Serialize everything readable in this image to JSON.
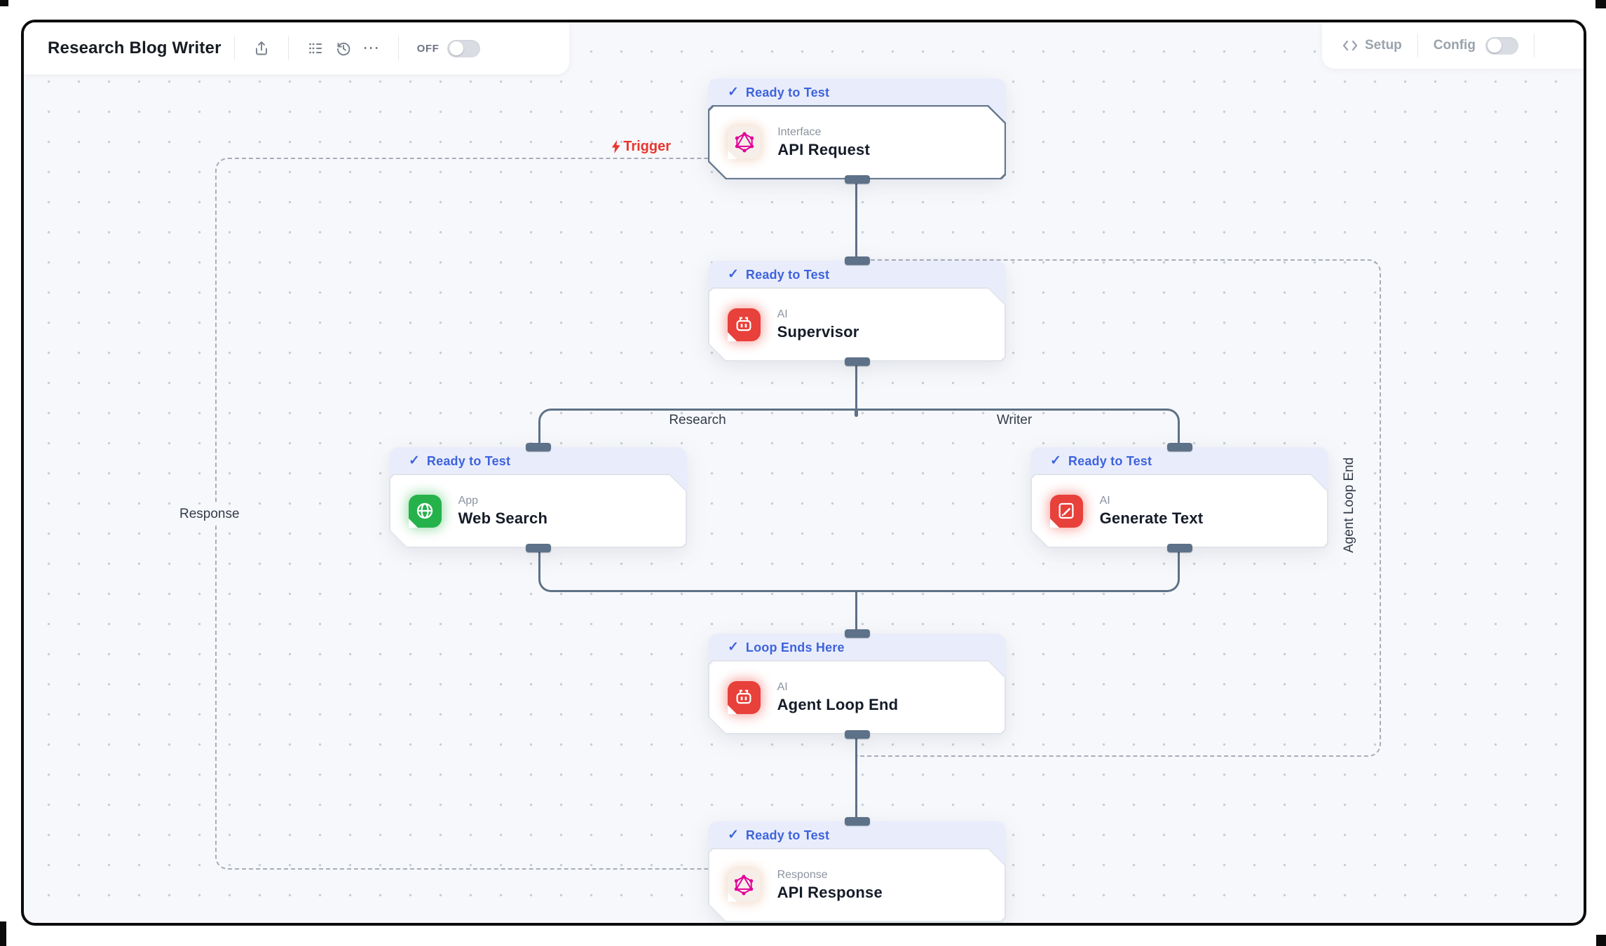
{
  "header": {
    "title": "Research Blog Writer",
    "off_label": "OFF",
    "setup_label": "Setup",
    "config_label": "Config"
  },
  "icons": {
    "check": "✓",
    "more_dots": "⋯"
  },
  "nodes": [
    {
      "id": "api-request",
      "badge": "Ready to Test",
      "category": "Interface",
      "title": "API Request",
      "icon": "graphql-icon",
      "accent": "#E10098"
    },
    {
      "id": "supervisor",
      "badge": "Ready to Test",
      "category": "AI",
      "title": "Supervisor",
      "icon": "robot-icon",
      "accent": "#E8403A"
    },
    {
      "id": "web-search",
      "badge": "Ready to Test",
      "category": "App",
      "title": "Web Search",
      "icon": "globe-icon",
      "accent": "#25B24B"
    },
    {
      "id": "generate-text",
      "badge": "Ready to Test",
      "category": "AI",
      "title": "Generate Text",
      "icon": "clipboard-pen-icon",
      "accent": "#E8403A"
    },
    {
      "id": "agent-loop-end",
      "badge": "Loop Ends Here",
      "category": "AI",
      "title": "Agent Loop End",
      "icon": "robot-icon",
      "accent": "#E8403A"
    },
    {
      "id": "api-response",
      "badge": "Ready to Test",
      "category": "Response",
      "title": "API Response",
      "icon": "graphql-icon",
      "accent": "#E10098"
    }
  ],
  "edge_labels": {
    "trigger": "Trigger",
    "research": "Research",
    "writer": "Writer",
    "response": "Response",
    "agent_loop_end": "Agent Loop End"
  },
  "toggles": {
    "power": "off",
    "config": "off"
  },
  "colors": {
    "canvas_bg": "#F7F8FB",
    "badge_bg": "#E9EDFB",
    "badge_text": "#3E63DD",
    "connector": "#5E7187",
    "dashed": "#A7ADB8",
    "trigger_red": "#E8362E",
    "ai_red": "#E8403A",
    "app_green": "#25B24B",
    "interface_pink": "#E10098"
  }
}
